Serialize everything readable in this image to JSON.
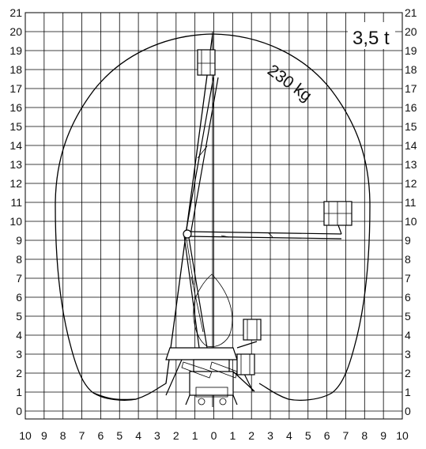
{
  "diagram": {
    "weight_rating": "3,5 t",
    "capacity_label": "230 kg",
    "left_height_labels": [
      "0",
      "1",
      "2",
      "3",
      "4",
      "5",
      "6",
      "7",
      "8",
      "9",
      "10",
      "11",
      "12",
      "13",
      "14",
      "15",
      "16",
      "17",
      "18",
      "19",
      "20",
      "21"
    ],
    "right_height_labels": [
      "0",
      "1",
      "2",
      "3",
      "4",
      "5",
      "6",
      "7",
      "8",
      "9",
      "10",
      "11",
      "12",
      "13",
      "14",
      "15",
      "16",
      "17",
      "18",
      "19",
      "20",
      "21"
    ],
    "bottom_labels": [
      "10",
      "9",
      "8",
      "7",
      "6",
      "5",
      "4",
      "3",
      "2",
      "1",
      "0",
      "1",
      "2",
      "3",
      "4",
      "5",
      "6",
      "7",
      "8",
      "9",
      "10"
    ],
    "line_color": "#000000",
    "background_color": "#ffffff"
  }
}
